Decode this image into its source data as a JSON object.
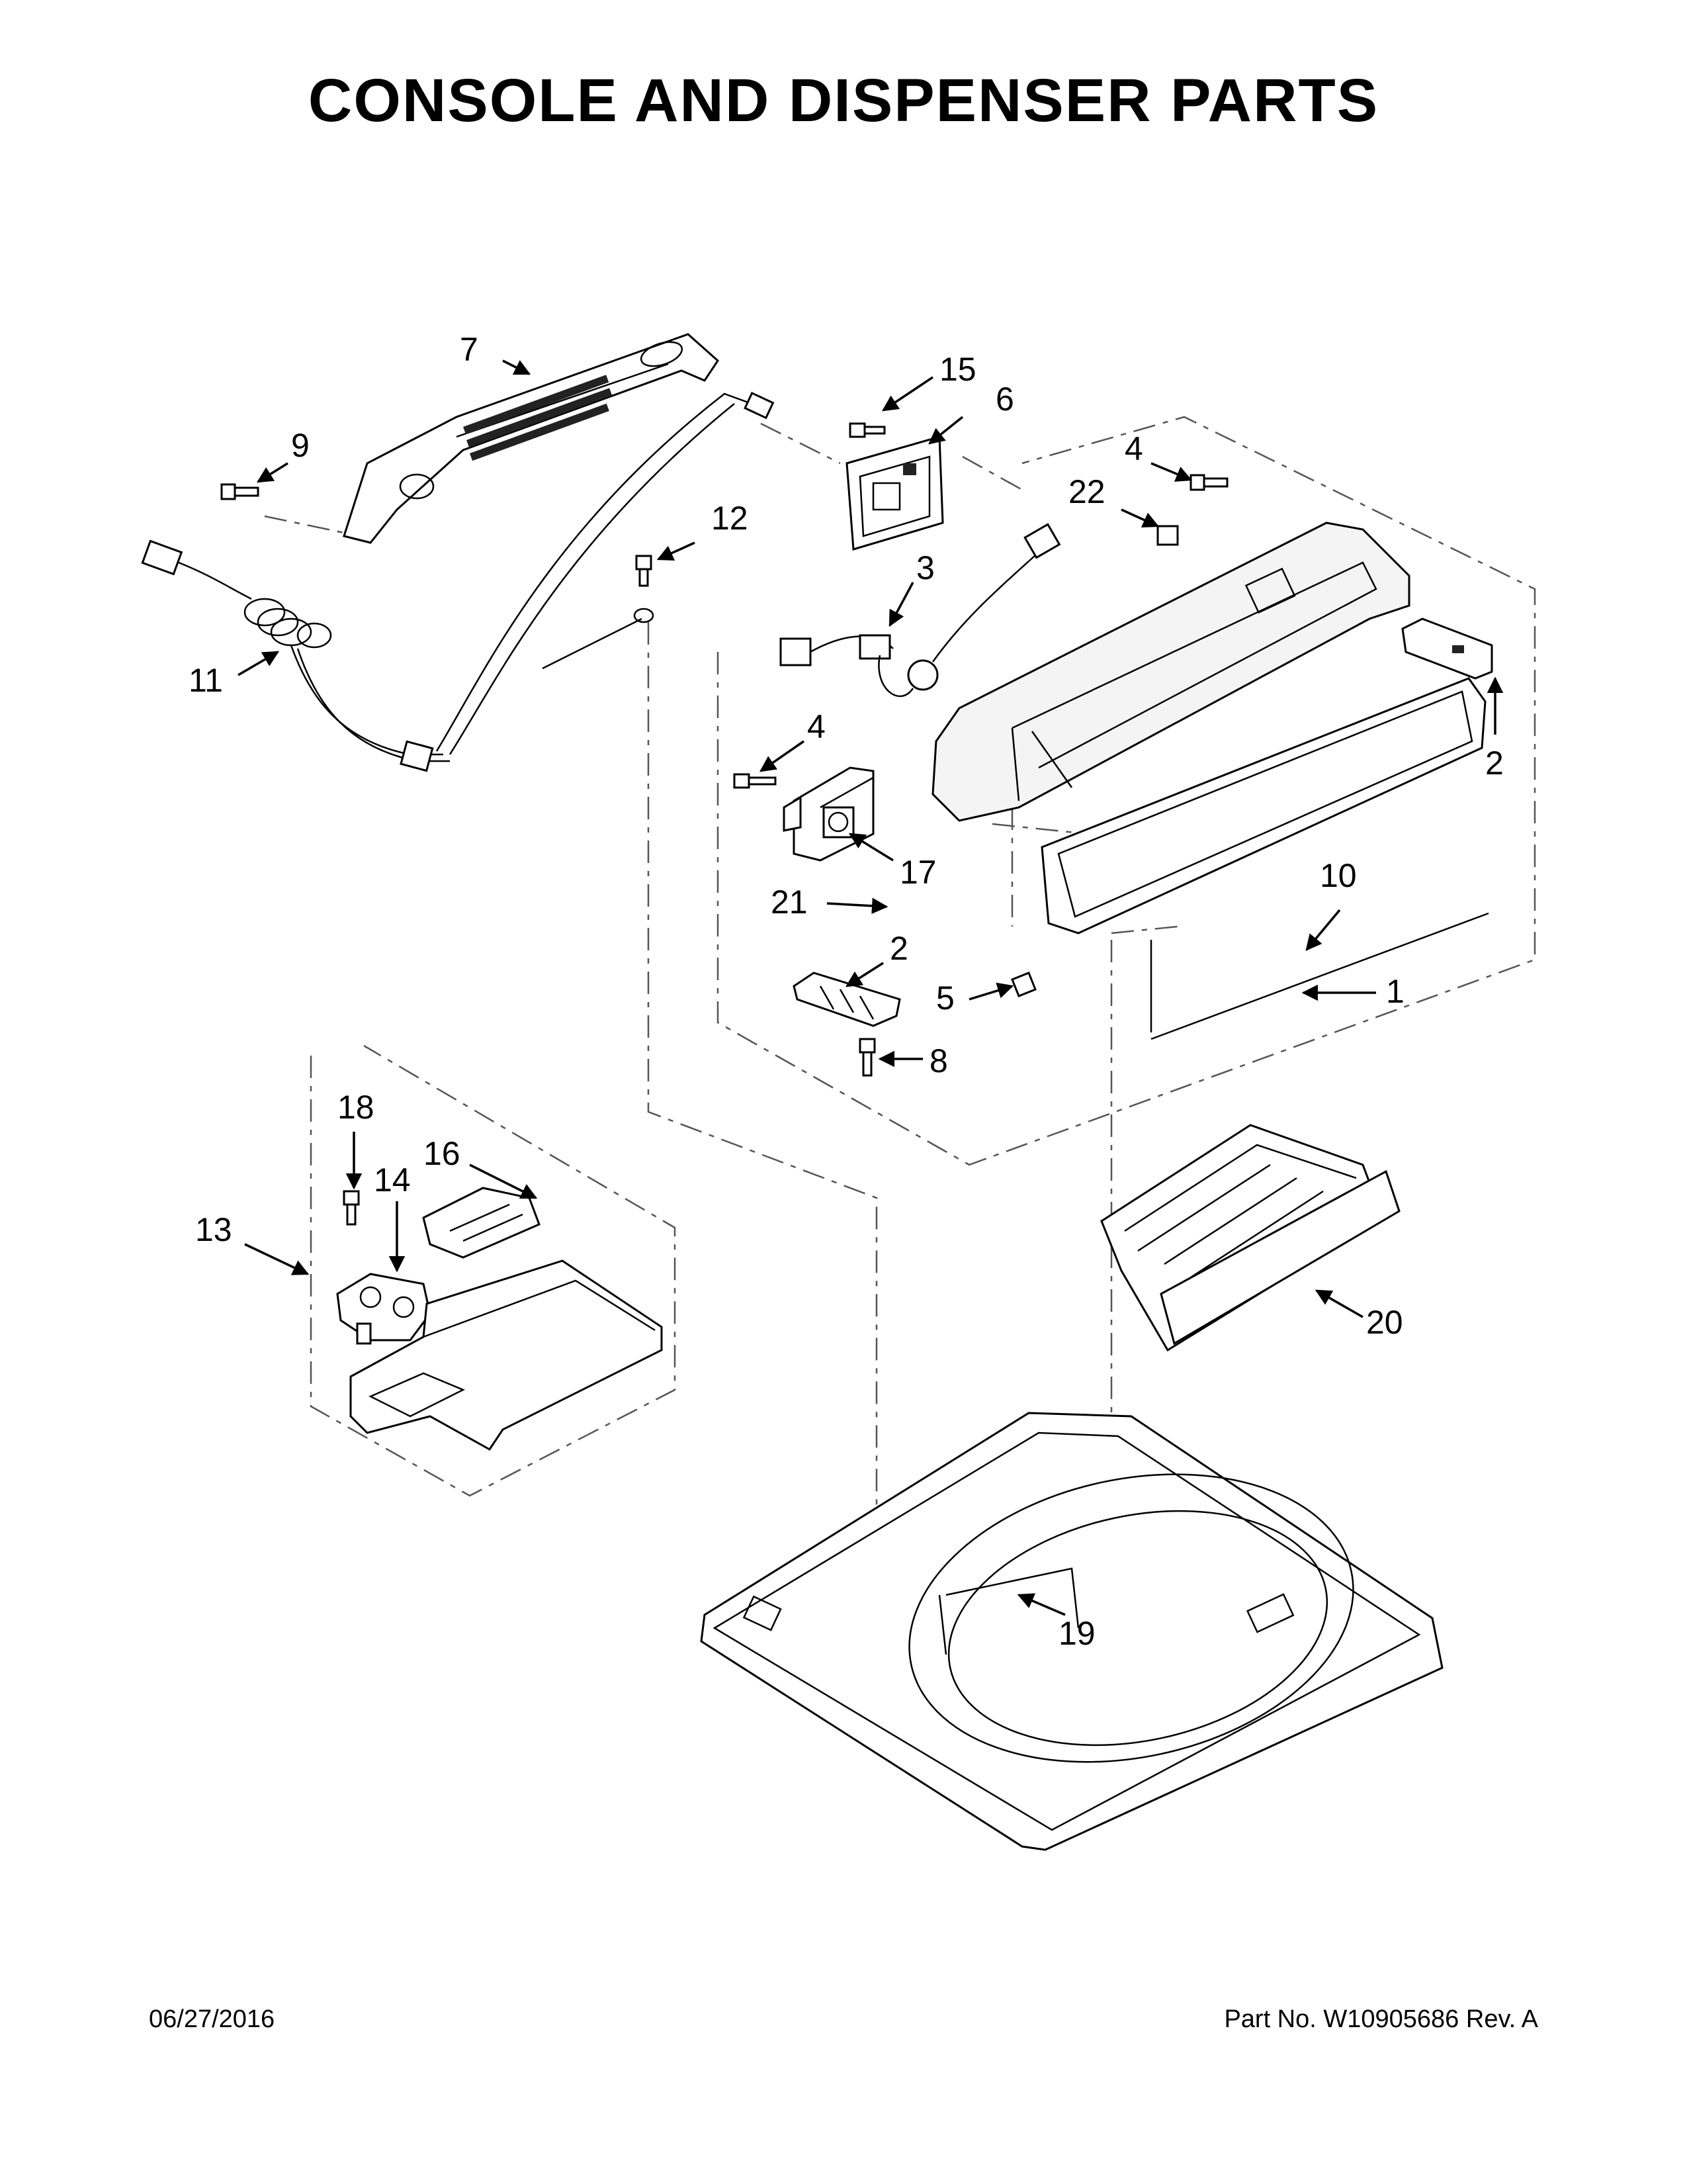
{
  "title": "CONSOLE AND DISPENSER PARTS",
  "footer": {
    "date": "06/27/2016",
    "part_info": "Part No.  W10905686  Rev.  A"
  },
  "callouts": {
    "c1": "1",
    "c2a": "2",
    "c2b": "2",
    "c3": "3",
    "c4a": "4",
    "c4b": "4",
    "c5": "5",
    "c6": "6",
    "c7": "7",
    "c8": "8",
    "c9": "9",
    "c10": "10",
    "c11": "11",
    "c12": "12",
    "c13": "13",
    "c14": "14",
    "c15": "15",
    "c16": "16",
    "c17": "17",
    "c18": "18",
    "c19": "19",
    "c20": "20",
    "c21": "21",
    "c22": "22"
  }
}
